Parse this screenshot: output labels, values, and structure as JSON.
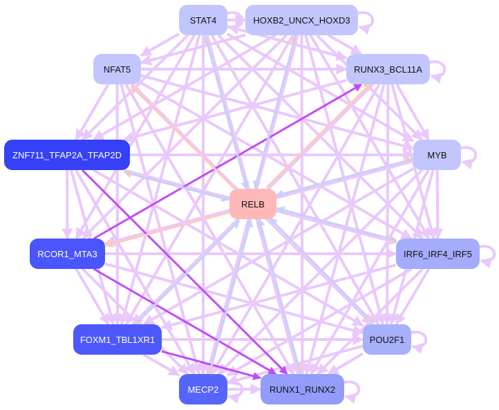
{
  "nodes": [
    {
      "id": "STAT4",
      "label": "STAT4",
      "color": "#c3c6fc",
      "text": "#111111",
      "loop": true
    },
    {
      "id": "HOXB2",
      "label": "HOXB2_UNCX_HOXD3",
      "color": "#c3c6fc",
      "text": "#111111",
      "loop": true
    },
    {
      "id": "NFAT5",
      "label": "NFAT5",
      "color": "#c3c6fc",
      "text": "#111111",
      "loop": false
    },
    {
      "id": "RUNX3",
      "label": "RUNX3_BCL11A",
      "color": "#c3c6fc",
      "text": "#111111",
      "loop": true
    },
    {
      "id": "ZNF711",
      "label": "ZNF711_TFAP2A_TFAP2D",
      "color": "#3540f7",
      "text": "#ffffff",
      "loop": false
    },
    {
      "id": "MYB",
      "label": "MYB",
      "color": "#c3c6fc",
      "text": "#111111",
      "loop": true
    },
    {
      "id": "RELB",
      "label": "RELB",
      "color": "#ffb8b8",
      "text": "#111111",
      "loop": false
    },
    {
      "id": "RCOR1",
      "label": "RCOR1_MTA3",
      "color": "#4a55fb",
      "text": "#ffffff",
      "loop": false
    },
    {
      "id": "IRF6",
      "label": "IRF6_IRF4_IRF5",
      "color": "#a5acfb",
      "text": "#111111",
      "loop": true
    },
    {
      "id": "FOXM1",
      "label": "FOXM1_TBL1XR1",
      "color": "#4d58fb",
      "text": "#ffffff",
      "loop": false
    },
    {
      "id": "POU2F1",
      "label": "POU2F1",
      "color": "#a8affb",
      "text": "#111111",
      "loop": true
    },
    {
      "id": "MECP2",
      "label": "MECP2",
      "color": "#5764fc",
      "text": "#ffffff",
      "loop": true
    },
    {
      "id": "RUNX1",
      "label": "RUNX1_RUNX2",
      "color": "#939cfb",
      "text": "#111111",
      "loop": true
    }
  ],
  "edge_colors": {
    "light": "#e9c8fb",
    "dark": "#c04cf7",
    "salmon": "#ffcabd",
    "blue": "#c8d0fb"
  },
  "edges": [
    [
      "STAT4",
      "NFAT5",
      "light"
    ],
    [
      "STAT4",
      "RUNX3",
      "light"
    ],
    [
      "STAT4",
      "ZNF711",
      "light"
    ],
    [
      "STAT4",
      "MYB",
      "light"
    ],
    [
      "STAT4",
      "RCOR1",
      "light"
    ],
    [
      "STAT4",
      "IRF6",
      "light"
    ],
    [
      "STAT4",
      "FOXM1",
      "light"
    ],
    [
      "STAT4",
      "POU2F1",
      "light"
    ],
    [
      "STAT4",
      "MECP2",
      "light"
    ],
    [
      "STAT4",
      "RUNX1",
      "light"
    ],
    [
      "STAT4",
      "HOXB2",
      "light"
    ],
    [
      "HOXB2",
      "NFAT5",
      "light"
    ],
    [
      "HOXB2",
      "RUNX3",
      "light"
    ],
    [
      "HOXB2",
      "ZNF711",
      "light"
    ],
    [
      "HOXB2",
      "MYB",
      "light"
    ],
    [
      "HOXB2",
      "RCOR1",
      "light"
    ],
    [
      "HOXB2",
      "IRF6",
      "light"
    ],
    [
      "HOXB2",
      "FOXM1",
      "light"
    ],
    [
      "HOXB2",
      "POU2F1",
      "light"
    ],
    [
      "HOXB2",
      "MECP2",
      "light"
    ],
    [
      "HOXB2",
      "RUNX1",
      "light"
    ],
    [
      "NFAT5",
      "RUNX3",
      "light"
    ],
    [
      "NFAT5",
      "ZNF711",
      "light"
    ],
    [
      "NFAT5",
      "MYB",
      "light"
    ],
    [
      "NFAT5",
      "IRF6",
      "light"
    ],
    [
      "NFAT5",
      "FOXM1",
      "light"
    ],
    [
      "NFAT5",
      "POU2F1",
      "light"
    ],
    [
      "NFAT5",
      "MECP2",
      "light"
    ],
    [
      "NFAT5",
      "RUNX1",
      "light"
    ],
    [
      "RUNX3",
      "ZNF711",
      "light"
    ],
    [
      "RUNX3",
      "MYB",
      "light"
    ],
    [
      "RUNX3",
      "IRF6",
      "light"
    ],
    [
      "RUNX3",
      "FOXM1",
      "light"
    ],
    [
      "RUNX3",
      "POU2F1",
      "light"
    ],
    [
      "RUNX3",
      "MECP2",
      "light"
    ],
    [
      "RUNX3",
      "RUNX1",
      "light"
    ],
    [
      "ZNF711",
      "MYB",
      "light"
    ],
    [
      "ZNF711",
      "RCOR1",
      "light"
    ],
    [
      "ZNF711",
      "IRF6",
      "light"
    ],
    [
      "ZNF711",
      "FOXM1",
      "light"
    ],
    [
      "ZNF711",
      "POU2F1",
      "light"
    ],
    [
      "ZNF711",
      "MECP2",
      "light"
    ],
    [
      "MYB",
      "RCOR1",
      "light"
    ],
    [
      "MYB",
      "IRF6",
      "light"
    ],
    [
      "MYB",
      "FOXM1",
      "light"
    ],
    [
      "MYB",
      "POU2F1",
      "light"
    ],
    [
      "MYB",
      "MECP2",
      "light"
    ],
    [
      "MYB",
      "RUNX1",
      "light"
    ],
    [
      "RCOR1",
      "IRF6",
      "light"
    ],
    [
      "RCOR1",
      "FOXM1",
      "light"
    ],
    [
      "RCOR1",
      "POU2F1",
      "light"
    ],
    [
      "RCOR1",
      "MECP2",
      "light"
    ],
    [
      "IRF6",
      "FOXM1",
      "light"
    ],
    [
      "IRF6",
      "POU2F1",
      "light"
    ],
    [
      "IRF6",
      "MECP2",
      "light"
    ],
    [
      "IRF6",
      "RUNX1",
      "light"
    ],
    [
      "FOXM1",
      "POU2F1",
      "light"
    ],
    [
      "FOXM1",
      "MECP2",
      "light"
    ],
    [
      "POU2F1",
      "MECP2",
      "light"
    ],
    [
      "POU2F1",
      "RUNX1",
      "light"
    ],
    [
      "MECP2",
      "RUNX1",
      "light"
    ],
    [
      "RCOR1",
      "RUNX3",
      "dark"
    ],
    [
      "ZNF711",
      "RUNX1",
      "dark"
    ],
    [
      "RCOR1",
      "RUNX1",
      "dark"
    ],
    [
      "FOXM1",
      "RUNX1",
      "dark"
    ],
    [
      "RELB",
      "NFAT5",
      "salmon"
    ],
    [
      "RELB",
      "RUNX3",
      "salmon"
    ],
    [
      "RELB",
      "MYB",
      "salmon"
    ],
    [
      "RELB",
      "IRF6",
      "salmon"
    ],
    [
      "RELB",
      "POU2F1",
      "salmon"
    ],
    [
      "RELB",
      "ZNF711",
      "salmon"
    ],
    [
      "RELB",
      "RCOR1",
      "salmon"
    ],
    [
      "RELB",
      "FOXM1",
      "salmon"
    ],
    [
      "RELB",
      "MECP2",
      "salmon"
    ],
    [
      "RELB",
      "RUNX1",
      "salmon"
    ],
    [
      "RELB",
      "STAT4",
      "salmon"
    ],
    [
      "RELB",
      "HOXB2",
      "salmon"
    ],
    [
      "STAT4",
      "RELB",
      "blue"
    ],
    [
      "HOXB2",
      "RELB",
      "blue"
    ],
    [
      "MYB",
      "RELB",
      "blue"
    ],
    [
      "IRF6",
      "RELB",
      "blue"
    ],
    [
      "POU2F1",
      "RELB",
      "blue"
    ],
    [
      "RUNX1",
      "RELB",
      "blue"
    ],
    [
      "MECP2",
      "RELB",
      "blue"
    ],
    [
      "FOXM1",
      "RELB",
      "blue"
    ],
    [
      "ZNF711",
      "RELB",
      "blue"
    ]
  ]
}
